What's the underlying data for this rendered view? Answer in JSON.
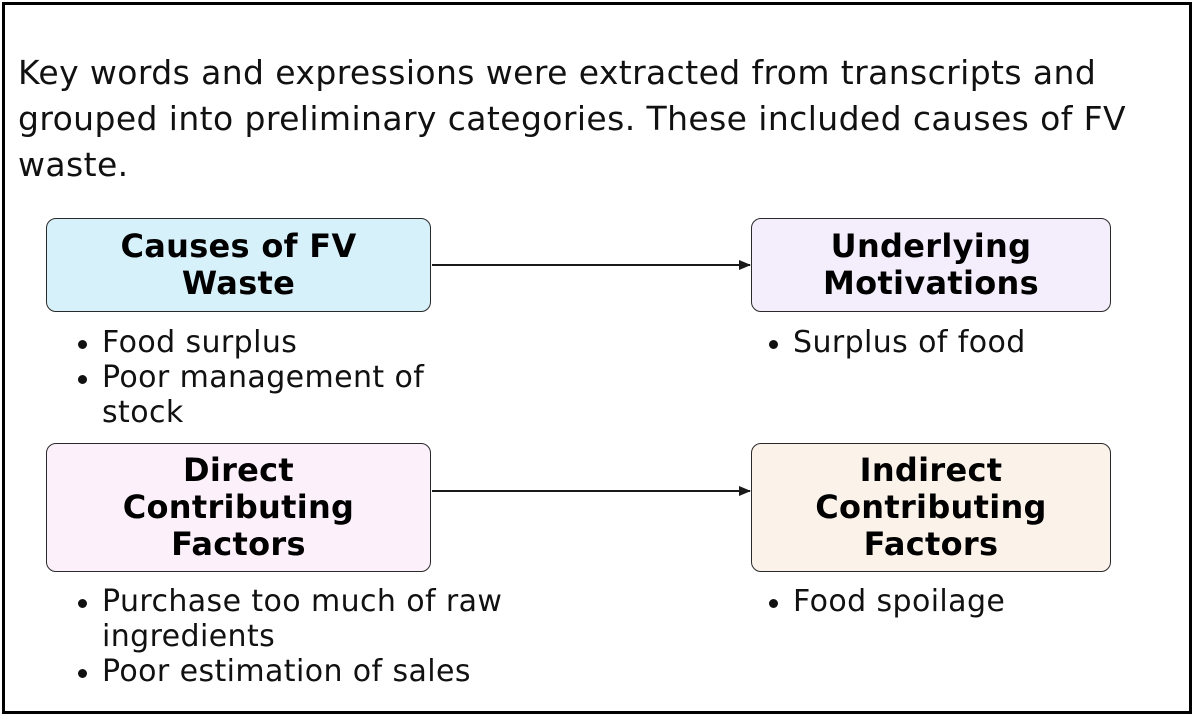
{
  "intro_text": "Key words and expressions were extracted from transcripts and grouped into preliminary categories. These included causes of FV waste.",
  "colors": {
    "causes_fill": "#d7f1fb",
    "motivations_fill": "#f4eefc",
    "direct_fill": "#fcf1fb",
    "indirect_fill": "#fbf3ea",
    "arrow": "#1a1a1a"
  },
  "nodes": {
    "causes": {
      "title": "Causes of FV Waste",
      "bullets": [
        "Food surplus",
        "Poor management of stock"
      ]
    },
    "motivations": {
      "title": "Underlying Motivations",
      "bullets": [
        "Surplus of food"
      ]
    },
    "direct": {
      "title": "Direct Contributing Factors",
      "bullets": [
        "Purchase too much of raw ingredients",
        "Poor estimation of sales"
      ]
    },
    "indirect": {
      "title": "Indirect Contributing Factors",
      "bullets": [
        "Food spoilage"
      ]
    }
  },
  "edges": [
    {
      "from": "causes",
      "to": "motivations"
    },
    {
      "from": "direct",
      "to": "indirect"
    }
  ]
}
